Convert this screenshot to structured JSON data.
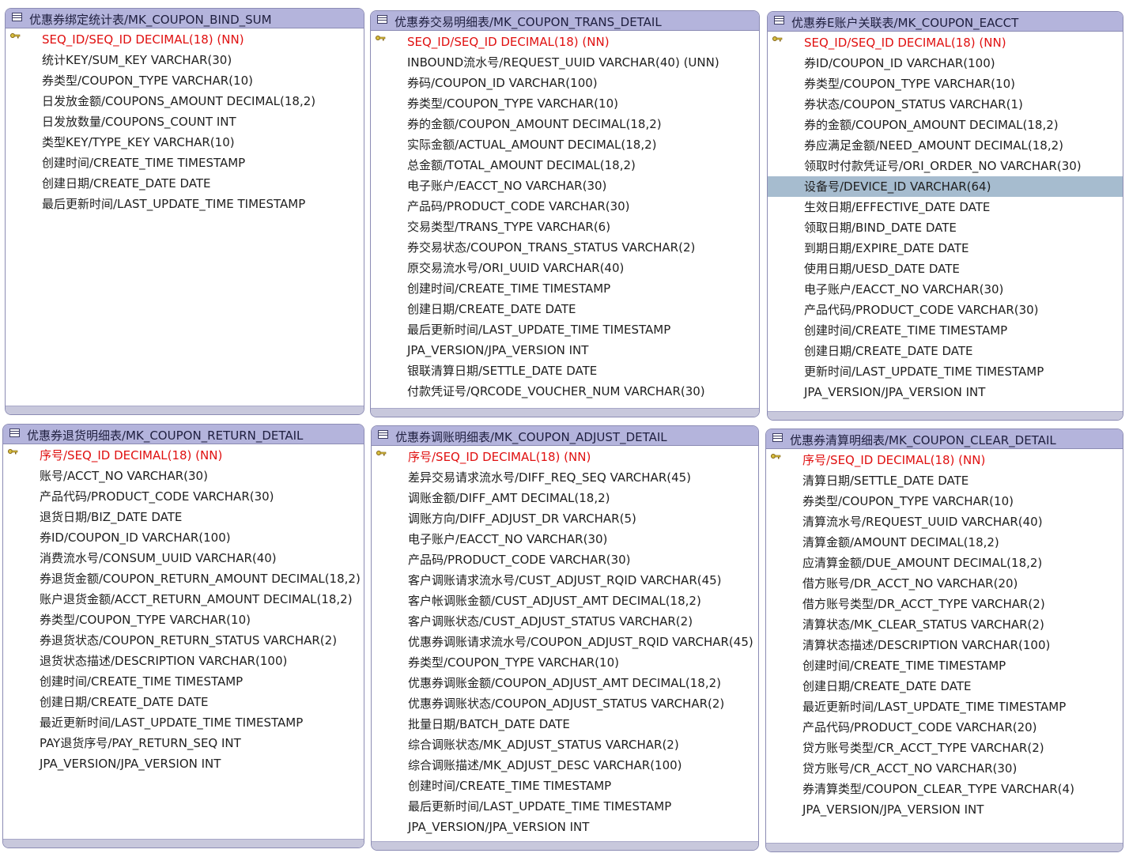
{
  "tables": [
    {
      "title": "优惠券绑定统计表/MK_COUPON_BIND_SUM",
      "columns": [
        "SEQ_ID/SEQ_ID DECIMAL(18) (NN)",
        "统计KEY/SUM_KEY VARCHAR(30)",
        "券类型/COUPON_TYPE VARCHAR(10)",
        "日发放金额/COUPONS_AMOUNT DECIMAL(18,2)",
        "日发放数量/COUPONS_COUNT INT",
        "类型KEY/TYPE_KEY VARCHAR(10)",
        "创建时间/CREATE_TIME TIMESTAMP",
        "创建日期/CREATE_DATE DATE",
        "最后更新时间/LAST_UPDATE_TIME TIMESTAMP"
      ]
    },
    {
      "title": "优惠券交易明细表/MK_COUPON_TRANS_DETAIL",
      "columns": [
        "SEQ_ID/SEQ_ID DECIMAL(18) (NN)",
        "INBOUND流水号/REQUEST_UUID VARCHAR(40) (UNN)",
        "券码/COUPON_ID VARCHAR(100)",
        "券类型/COUPON_TYPE VARCHAR(10)",
        "券的金额/COUPON_AMOUNT DECIMAL(18,2)",
        "实际金额/ACTUAL_AMOUNT DECIMAL(18,2)",
        "总金额/TOTAL_AMOUNT DECIMAL(18,2)",
        "电子账户/EACCT_NO VARCHAR(30)",
        "产品码/PRODUCT_CODE VARCHAR(30)",
        "交易类型/TRANS_TYPE VARCHAR(6)",
        "券交易状态/COUPON_TRANS_STATUS VARCHAR(2)",
        "原交易流水号/ORI_UUID VARCHAR(40)",
        "创建时间/CREATE_TIME TIMESTAMP",
        "创建日期/CREATE_DATE DATE",
        "最后更新时间/LAST_UPDATE_TIME TIMESTAMP",
        "JPA_VERSION/JPA_VERSION INT",
        "银联清算日期/SETTLE_DATE DATE",
        "付款凭证号/QRCODE_VOUCHER_NUM VARCHAR(30)"
      ]
    },
    {
      "title": "优惠券E账户关联表/MK_COUPON_EACCT",
      "columns": [
        "SEQ_ID/SEQ_ID DECIMAL(18) (NN)",
        "券ID/COUPON_ID VARCHAR(100)",
        "券类型/COUPON_TYPE VARCHAR(10)",
        "券状态/COUPON_STATUS VARCHAR(1)",
        "券的金额/COUPON_AMOUNT DECIMAL(18,2)",
        "券应满足金额/NEED_AMOUNT DECIMAL(18,2)",
        "领取时付款凭证号/ORI_ORDER_NO VARCHAR(30)",
        "设备号/DEVICE_ID VARCHAR(64)",
        "生效日期/EFFECTIVE_DATE DATE",
        "领取日期/BIND_DATE DATE",
        "到期日期/EXPIRE_DATE DATE",
        "使用日期/UESD_DATE DATE",
        "电子账户/EACCT_NO VARCHAR(30)",
        "产品代码/PRODUCT_CODE VARCHAR(30)",
        "创建时间/CREATE_TIME TIMESTAMP",
        "创建日期/CREATE_DATE DATE",
        "更新时间/LAST_UPDATE_TIME TIMESTAMP",
        "JPA_VERSION/JPA_VERSION INT"
      ]
    },
    {
      "title": "优惠券退货明细表/MK_COUPON_RETURN_DETAIL",
      "columns": [
        "序号/SEQ_ID DECIMAL(18) (NN)",
        "账号/ACCT_NO VARCHAR(30)",
        "产品代码/PRODUCT_CODE VARCHAR(30)",
        "退货日期/BIZ_DATE DATE",
        "券ID/COUPON_ID VARCHAR(100)",
        "消费流水号/CONSUM_UUID VARCHAR(40)",
        "券退货金额/COUPON_RETURN_AMOUNT DECIMAL(18,2)",
        "账户退货金额/ACCT_RETURN_AMOUNT DECIMAL(18,2)",
        "券类型/COUPON_TYPE VARCHAR(10)",
        "券退货状态/COUPON_RETURN_STATUS VARCHAR(2)",
        "退货状态描述/DESCRIPTION VARCHAR(100)",
        "创建时间/CREATE_TIME TIMESTAMP",
        "创建日期/CREATE_DATE DATE",
        "最近更新时间/LAST_UPDATE_TIME TIMESTAMP",
        "PAY退货序号/PAY_RETURN_SEQ INT",
        "JPA_VERSION/JPA_VERSION INT"
      ]
    },
    {
      "title": "优惠券调账明细表/MK_COUPON_ADJUST_DETAIL",
      "columns": [
        "序号/SEQ_ID DECIMAL(18) (NN)",
        "差异交易请求流水号/DIFF_REQ_SEQ VARCHAR(45)",
        "调账金额/DIFF_AMT DECIMAL(18,2)",
        "调账方向/DIFF_ADJUST_DR VARCHAR(5)",
        "电子账户/EACCT_NO VARCHAR(30)",
        "产品码/PRODUCT_CODE VARCHAR(30)",
        "客户调账请求流水号/CUST_ADJUST_RQID VARCHAR(45)",
        "客户帐调账金额/CUST_ADJUST_AMT DECIMAL(18,2)",
        "客户调账状态/CUST_ADJUST_STATUS VARCHAR(2)",
        "优惠券调账请求流水号/COUPON_ADJUST_RQID VARCHAR(45)",
        "券类型/COUPON_TYPE VARCHAR(10)",
        "优惠券调账金额/COUPON_ADJUST_AMT DECIMAL(18,2)",
        "优惠券调账状态/COUPON_ADJUST_STATUS VARCHAR(2)",
        "批量日期/BATCH_DATE DATE",
        "综合调账状态/MK_ADJUST_STATUS VARCHAR(2)",
        "综合调账描述/MK_ADJUST_DESC VARCHAR(100)",
        "创建时间/CREATE_TIME TIMESTAMP",
        "最后更新时间/LAST_UPDATE_TIME TIMESTAMP",
        "JPA_VERSION/JPA_VERSION INT"
      ]
    },
    {
      "title": "优惠券清算明细表/MK_COUPON_CLEAR_DETAIL",
      "columns": [
        "序号/SEQ_ID DECIMAL(18) (NN)",
        "清算日期/SETTLE_DATE DATE",
        "券类型/COUPON_TYPE VARCHAR(10)",
        "清算流水号/REQUEST_UUID VARCHAR(40)",
        "清算金额/AMOUNT DECIMAL(18,2)",
        "应清算金额/DUE_AMOUNT DECIMAL(18,2)",
        "借方账号/DR_ACCT_NO VARCHAR(20)",
        "借方账号类型/DR_ACCT_TYPE VARCHAR(2)",
        "清算状态/MK_CLEAR_STATUS VARCHAR(2)",
        "清算状态描述/DESCRIPTION VARCHAR(100)",
        "创建时间/CREATE_TIME TIMESTAMP",
        "创建日期/CREATE_DATE DATE",
        "最近更新时间/LAST_UPDATE_TIME TIMESTAMP",
        "产品代码/PRODUCT_CODE VARCHAR(20)",
        "贷方账号类型/CR_ACCT_TYPE VARCHAR(2)",
        "贷方账号/CR_ACCT_NO VARCHAR(30)",
        "券清算类型/COUPON_CLEAR_TYPE VARCHAR(4)",
        "JPA_VERSION/JPA_VERSION INT"
      ]
    }
  ]
}
